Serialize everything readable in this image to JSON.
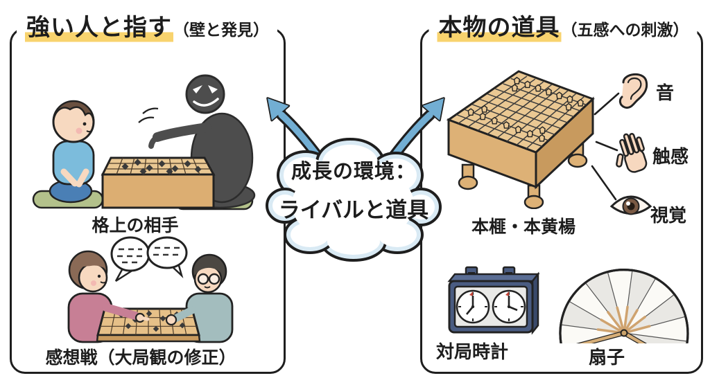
{
  "palette": {
    "outline": "#1e1e1e",
    "highlight_yellow": "#f8d36e",
    "arrow_blue": "#72aed3",
    "cloud_rim_blue": "#d9eaf4",
    "wood_light": "#eac893",
    "wood_mid": "#ddb176",
    "wood_dark": "#c89a5e",
    "cushion_green": "#b3c18b",
    "skin": "#f7d9c0",
    "boy_shirt_blue": "#7cbcdc",
    "silhouette_gray": "#4d4d4d",
    "woman_sweater_pink": "#c77f95",
    "woman_hair_brown": "#8a6a56",
    "man_shirt_teal": "#a3bdbe",
    "clock_navy": "#4a5c82",
    "fan_tan": "#d6ae78",
    "flag_red": "#c44336"
  },
  "left_panel": {
    "title": "強い人と指す",
    "title_note": "（壁と発見）",
    "scene_top_caption": "格上の相手",
    "scene_bottom_caption": "感想戦（大局観の修正）"
  },
  "center_bubble": {
    "line1": "成長の環境：",
    "line2": "ライバルと道具"
  },
  "right_panel": {
    "title": "本物の道具",
    "title_note": "（五感への刺激）",
    "board_caption": "本榧・本黄楊",
    "senses": [
      {
        "icon": "ear-icon",
        "label": "音"
      },
      {
        "icon": "hand-icon",
        "label": "触感"
      },
      {
        "icon": "eye-icon",
        "label": "視覚"
      }
    ],
    "clock_caption": "対局時計",
    "fan_caption": "扇子"
  }
}
